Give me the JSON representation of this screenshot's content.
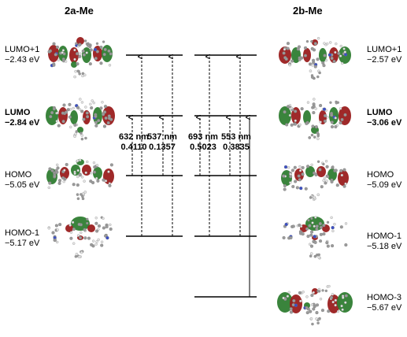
{
  "columns": {
    "left_title": "2a-Me",
    "right_title": "2b-Me"
  },
  "left_levels": [
    {
      "name": "LUMO+1",
      "energy": "−2.43 eV",
      "bold": false
    },
    {
      "name": "LUMO",
      "energy": "−2.84 eV",
      "bold": true
    },
    {
      "name": "HOMO",
      "energy": "−5.05 eV",
      "bold": false
    },
    {
      "name": "HOMO-1",
      "energy": "−5.17 eV",
      "bold": false
    }
  ],
  "right_levels": [
    {
      "name": "LUMO+1",
      "energy": "−2.57 eV",
      "bold": false
    },
    {
      "name": "LUMO",
      "energy": "−3.06 eV",
      "bold": true
    },
    {
      "name": "HOMO",
      "energy": "−5.09 eV",
      "bold": false
    },
    {
      "name": "HOMO-1",
      "energy": "−5.18 eV",
      "bold": false
    },
    {
      "name": "HOMO-3",
      "energy": "−5.67 eV",
      "bold": false
    }
  ],
  "transitions": [
    {
      "wavelength": "632 nm",
      "oscillator": "0.4110"
    },
    {
      "wavelength": "537 nm",
      "oscillator": "0.1357"
    },
    {
      "wavelength": "693 nm",
      "oscillator": "0.5023"
    },
    {
      "wavelength": "553 nm",
      "oscillator": "0.3835"
    }
  ],
  "colors": {
    "orbital_positive": "#9a1d1d",
    "orbital_negative": "#2f7d32",
    "atom_carbon": "#9a9a9a",
    "atom_hydrogen": "#e6e6e6",
    "atom_nitrogen": "#3b4fc4",
    "atom_boron": "#e0a0a0"
  }
}
